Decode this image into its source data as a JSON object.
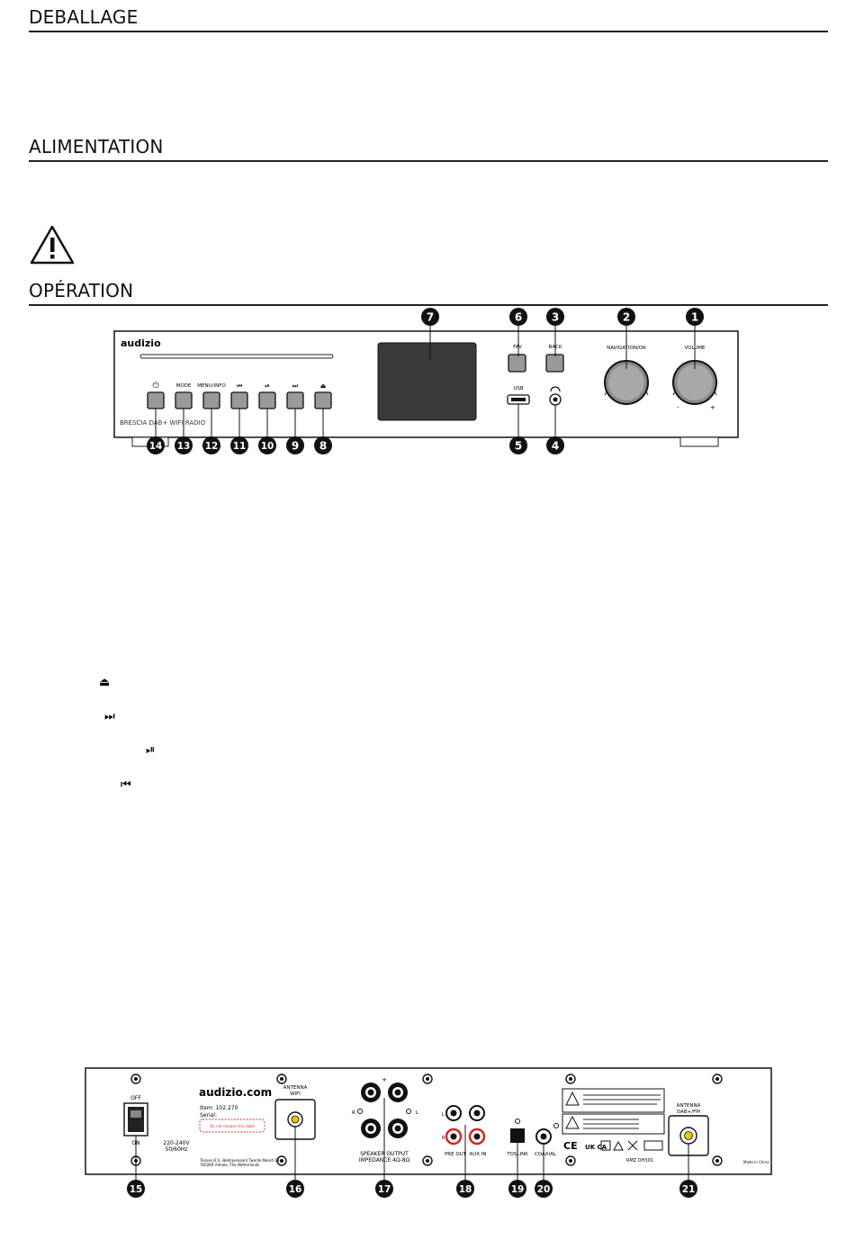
{
  "sections": [
    {
      "title": "DEBALLAGE"
    },
    {
      "title": "ALIMENTATION"
    },
    {
      "title": "OPÉRATION"
    }
  ],
  "front_panel": {
    "brand": "audizio",
    "model": "BRESCIA DAB+ WIFI RADIO",
    "button_labels": [
      "MODE",
      "MENU/INFO",
      "⏮",
      "⏯",
      "⏭",
      "⏏"
    ],
    "power_symbol": "⏻",
    "fav_label": "FAV",
    "back_label": "BACK",
    "usb_label": "USB",
    "knob_navigation_label": "NAVIGATION/OK",
    "knob_volume_label": "VOLUME",
    "volume_minus": "-",
    "volume_plus": "+",
    "callouts_top": [
      "7",
      "6",
      "3",
      "2",
      "1"
    ],
    "callouts_bottom": [
      "14",
      "13",
      "12",
      "11",
      "10",
      "9",
      "8",
      "5",
      "4"
    ]
  },
  "legend_icons": [
    {
      "icon": "eject-icon",
      "glyph": "⏏"
    },
    {
      "icon": "next-track-icon",
      "glyph": "⏭"
    },
    {
      "icon": "play-pause-icon",
      "glyph": "⏯"
    },
    {
      "icon": "previous-track-icon",
      "glyph": "⏮"
    }
  ],
  "rear_panel": {
    "switch_off": "OFF",
    "switch_on": "ON",
    "voltage": "220-240V",
    "frequency": "50/60Hz",
    "website": "audizio.com",
    "item": "Item: 102.270",
    "serial": "Serial:",
    "serial_note": "Do not remove this label",
    "address_line1": "Tronios B.V., Bedrijvenpark Twente Noord 18,",
    "address_line2": "7602KR Almelo, The Netherlands",
    "wifi_label_1": "ANTENNA",
    "wifi_label_2": "WIFI",
    "speaker_label_1": "SPEAKER OUTPUT",
    "speaker_label_2": "IMPEDANCE 4Ω-8Ω",
    "r_label": "R",
    "l_label": "L",
    "pre_out": "PRE OUT",
    "aux_in": "AUX IN",
    "toslink": "TOSLINK",
    "coaxial": "COAXIAL",
    "dab_label_1": "ANTENNA",
    "dab_label_2": "DAB+/FM",
    "made_in": "Made in China",
    "ce_mark": "CE",
    "ukca_mark": "UK CA",
    "rcm": "RMZ DH301",
    "callouts": [
      "15",
      "16",
      "17",
      "18",
      "19",
      "20",
      "21"
    ]
  }
}
